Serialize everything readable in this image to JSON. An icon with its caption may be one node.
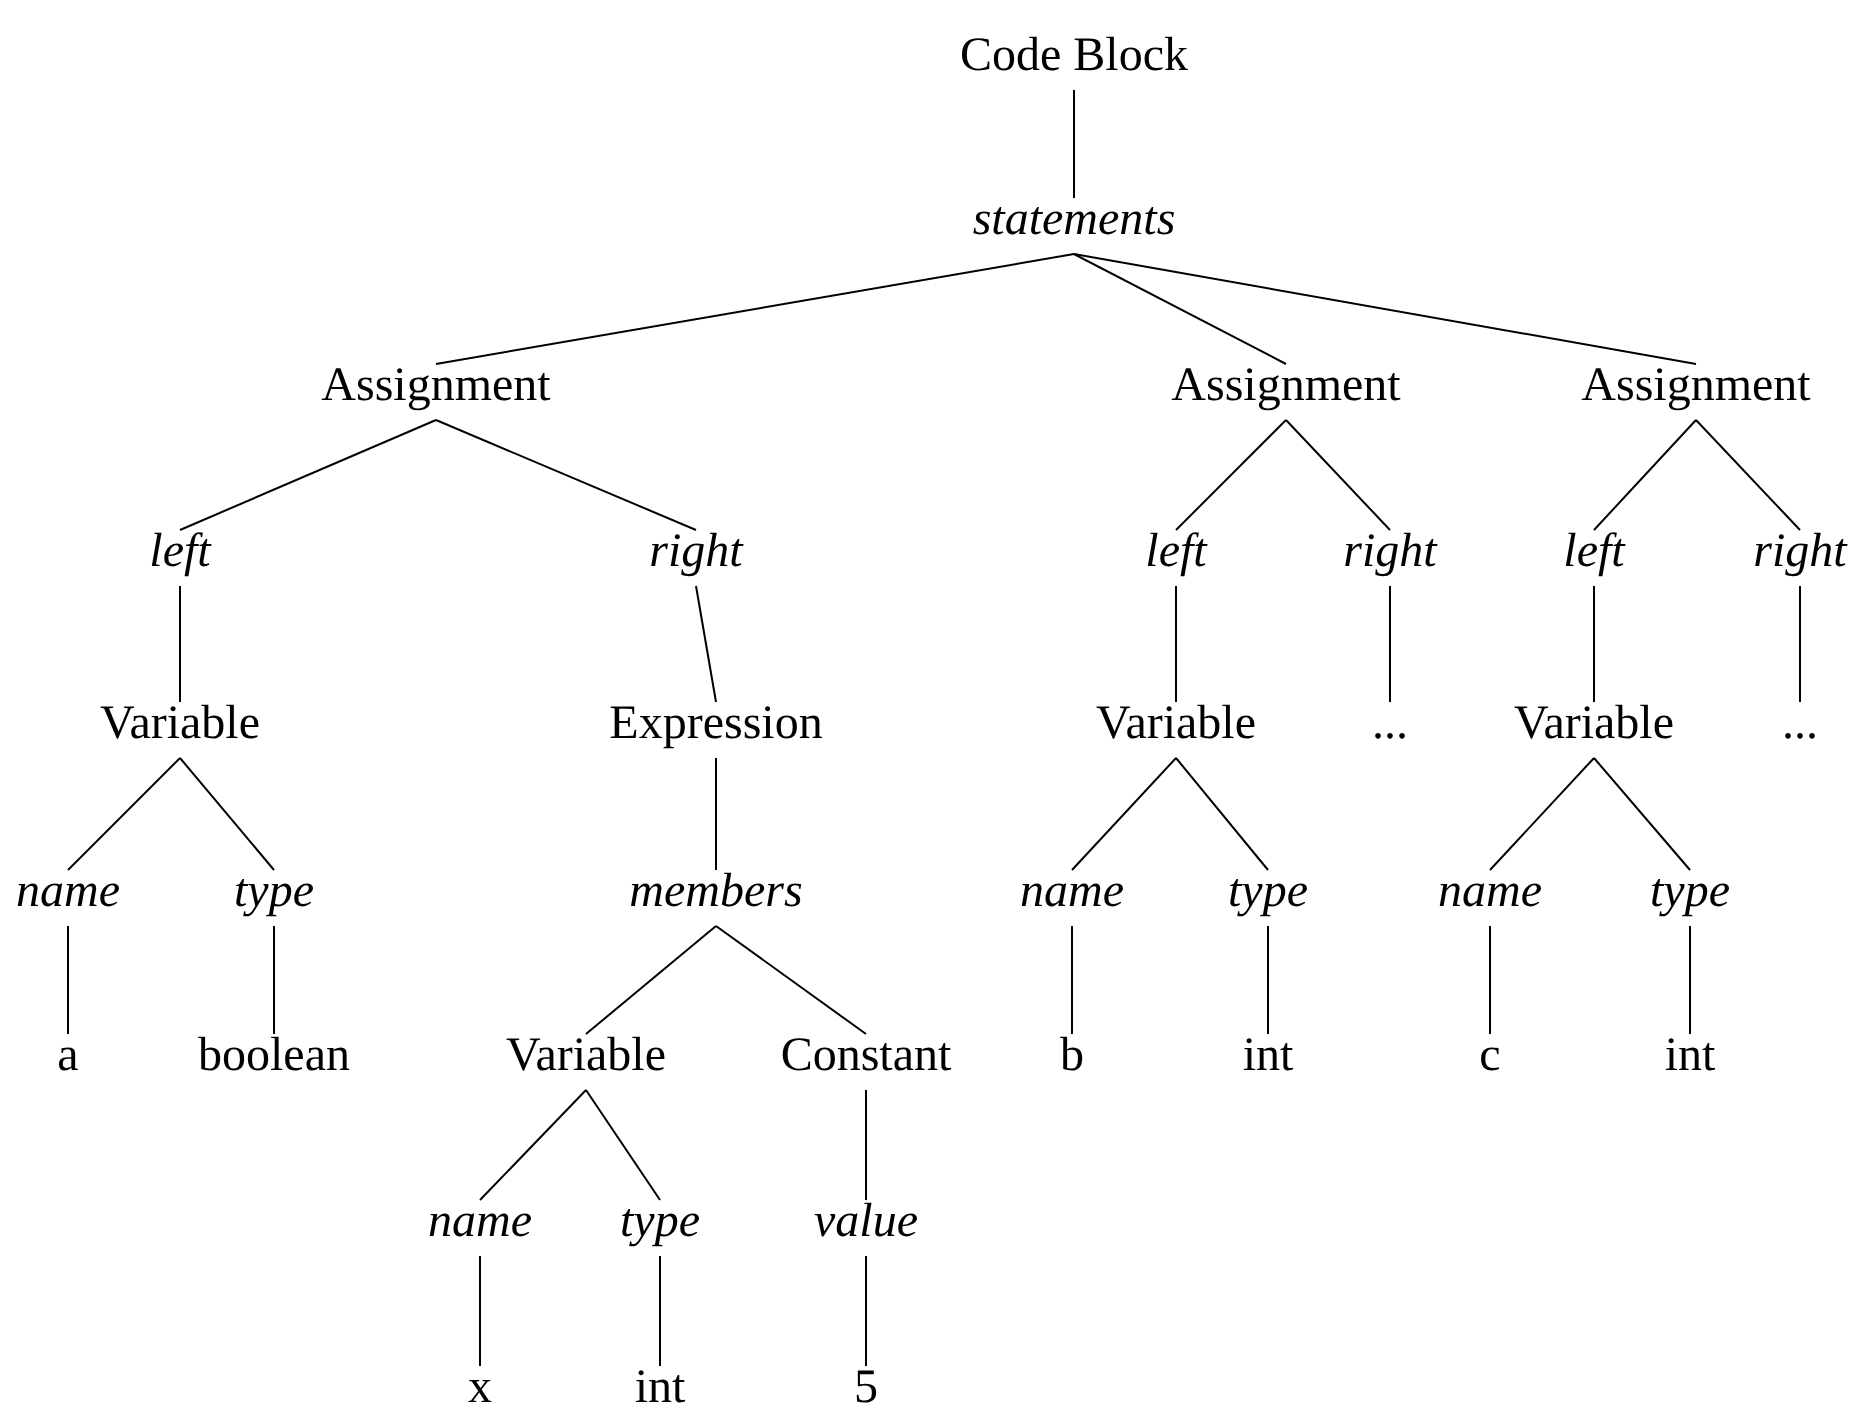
{
  "diagram": {
    "nodes": [
      {
        "text": [
          "Code Block"
        ]
      },
      {
        "text": [
          "statements"
        ]
      },
      {
        "text": [
          "Assignment"
        ]
      },
      {
        "text": [
          "Assignment"
        ]
      },
      {
        "text": [
          "Assignment"
        ]
      },
      {
        "text": [
          "left"
        ]
      },
      {
        "text": [
          "right"
        ]
      },
      {
        "text": [
          "Variable"
        ]
      },
      {
        "text": [
          "Expression"
        ]
      },
      {
        "text": [
          "name"
        ]
      },
      {
        "text": [
          "type"
        ]
      },
      {
        "text": [
          "a"
        ]
      },
      {
        "text": [
          "boolean"
        ]
      },
      {
        "text": [
          "members"
        ]
      },
      {
        "text": [
          "Variable"
        ]
      },
      {
        "text": [
          "Constant"
        ]
      },
      {
        "text": [
          "name"
        ]
      },
      {
        "text": [
          "type"
        ]
      },
      {
        "text": [
          "value"
        ]
      },
      {
        "text": [
          "x"
        ]
      },
      {
        "text": [
          "int"
        ]
      },
      {
        "text": [
          "5"
        ]
      },
      {
        "text": [
          "left"
        ]
      },
      {
        "text": [
          "right"
        ]
      },
      {
        "text": [
          "Variable"
        ]
      },
      {
        "text": [
          "..."
        ]
      },
      {
        "text": [
          "name"
        ]
      },
      {
        "text": [
          "type"
        ]
      },
      {
        "text": [
          "b"
        ]
      },
      {
        "text": [
          "int"
        ]
      },
      {
        "text": [
          "left"
        ]
      },
      {
        "text": [
          "right"
        ]
      },
      {
        "text": [
          "Variable"
        ]
      },
      {
        "text": [
          "..."
        ]
      },
      {
        "text": [
          "name"
        ]
      },
      {
        "text": [
          "type"
        ]
      },
      {
        "text": [
          "c"
        ]
      },
      {
        "text": [
          "int"
        ]
      }
    ],
    "edges": [
      {
        "from": 0,
        "to": 1,
        "arrow": "none"
      },
      {
        "from": 1,
        "to": 2,
        "arrow": "none"
      },
      {
        "from": 1,
        "to": 3,
        "arrow": "none"
      },
      {
        "from": 1,
        "to": 4,
        "arrow": "none"
      },
      {
        "from": 2,
        "to": 5,
        "arrow": "none"
      },
      {
        "from": 2,
        "to": 6,
        "arrow": "none"
      },
      {
        "from": 5,
        "to": 7,
        "arrow": "none"
      },
      {
        "from": 6,
        "to": 8,
        "arrow": "none"
      },
      {
        "from": 7,
        "to": 9,
        "arrow": "none"
      },
      {
        "from": 7,
        "to": 10,
        "arrow": "none"
      },
      {
        "from": 9,
        "to": 11,
        "arrow": "none"
      },
      {
        "from": 10,
        "to": 12,
        "arrow": "none"
      },
      {
        "from": 8,
        "to": 13,
        "arrow": "none"
      },
      {
        "from": 13,
        "to": 14,
        "arrow": "none"
      },
      {
        "from": 13,
        "to": 15,
        "arrow": "none"
      },
      {
        "from": 14,
        "to": 16,
        "arrow": "none"
      },
      {
        "from": 14,
        "to": 17,
        "arrow": "none"
      },
      {
        "from": 15,
        "to": 18,
        "arrow": "none"
      },
      {
        "from": 16,
        "to": 19,
        "arrow": "none"
      },
      {
        "from": 17,
        "to": 20,
        "arrow": "none"
      },
      {
        "from": 18,
        "to": 21,
        "arrow": "none"
      },
      {
        "from": 3,
        "to": 22,
        "arrow": "none"
      },
      {
        "from": 3,
        "to": 23,
        "arrow": "none"
      },
      {
        "from": 22,
        "to": 24,
        "arrow": "none"
      },
      {
        "from": 23,
        "to": 25,
        "arrow": "none"
      },
      {
        "from": 24,
        "to": 26,
        "arrow": "none"
      },
      {
        "from": 24,
        "to": 27,
        "arrow": "none"
      },
      {
        "from": 26,
        "to": 28,
        "arrow": "none"
      },
      {
        "from": 27,
        "to": 29,
        "arrow": "none"
      },
      {
        "from": 4,
        "to": 30,
        "arrow": "none"
      },
      {
        "from": 4,
        "to": 31,
        "arrow": "none"
      },
      {
        "from": 30,
        "to": 32,
        "arrow": "none"
      },
      {
        "from": 31,
        "to": 33,
        "arrow": "none"
      },
      {
        "from": 32,
        "to": 34,
        "arrow": "none"
      },
      {
        "from": 32,
        "to": 35,
        "arrow": "none"
      },
      {
        "from": 34,
        "to": 36,
        "arrow": "none"
      },
      {
        "from": 35,
        "to": 37,
        "arrow": "none"
      }
    ]
  }
}
